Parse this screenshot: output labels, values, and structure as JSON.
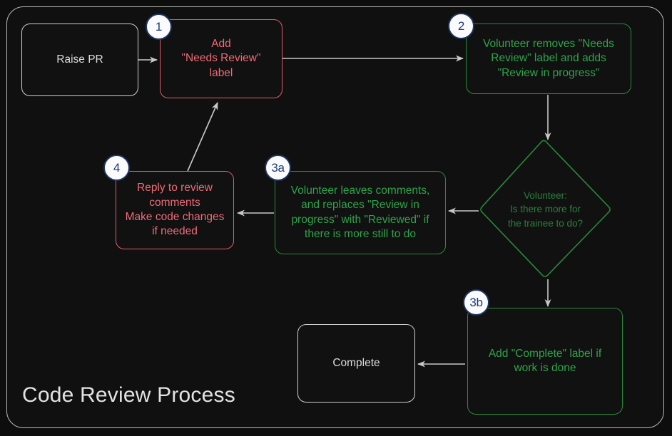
{
  "diagram": {
    "title": "Code Review Process",
    "type": "flowchart",
    "theme": {
      "background": "#0d0d0d",
      "panel_background": "#101010",
      "frame_border": "#b9b9b9",
      "neutral_text": "#dcdcdc",
      "neutral_border": "#cfcfcf",
      "red_text": "#ef6b77",
      "red_border": "#e05c6a",
      "green_text": "#2fa34a",
      "green_border": "#2a8a3a",
      "diamond_text": "#2d7f3c",
      "arrow": "#c8c8c8",
      "badge_fill": "#fbfbfd",
      "badge_border": "#1c3560",
      "badge_text": "#1d3b73"
    },
    "nodes": [
      {
        "id": "raise-pr",
        "label": "Raise PR",
        "style": "plain",
        "badge": null
      },
      {
        "id": "add-needs-review",
        "label": "Add\n\"Needs Review\"\nlabel",
        "style": "red",
        "badge": "1"
      },
      {
        "id": "volunteer-removes",
        "label": "Volunteer removes \"Needs\nReview\" label and adds\n\"Review in progress\"",
        "style": "green",
        "badge": "2"
      },
      {
        "id": "decision-more-work",
        "label": "Volunteer:\nIs there more for\nthe trainee to do?",
        "style": "diamond",
        "badge": null
      },
      {
        "id": "volunteer-leaves-comments",
        "label": "Volunteer leaves comments,\nand replaces \"Review in\nprogress\" with \"Reviewed\" if\nthere is more still to do",
        "style": "green",
        "badge": "3a"
      },
      {
        "id": "reply-to-review",
        "label": "Reply to review\ncomments\nMake code changes\nif needed",
        "style": "red",
        "badge": "4"
      },
      {
        "id": "add-complete-label",
        "label": "Add \"Complete\" label if\nwork is done",
        "style": "green",
        "badge": "3b"
      },
      {
        "id": "complete",
        "label": "Complete",
        "style": "plain",
        "badge": null
      }
    ],
    "edges": [
      {
        "from": "raise-pr",
        "to": "add-needs-review",
        "label": ""
      },
      {
        "from": "add-needs-review",
        "to": "volunteer-removes",
        "label": ""
      },
      {
        "from": "volunteer-removes",
        "to": "decision-more-work",
        "label": ""
      },
      {
        "from": "decision-more-work",
        "to": "volunteer-leaves-comments",
        "label": ""
      },
      {
        "from": "volunteer-leaves-comments",
        "to": "reply-to-review",
        "label": ""
      },
      {
        "from": "reply-to-review",
        "to": "add-needs-review",
        "label": ""
      },
      {
        "from": "decision-more-work",
        "to": "add-complete-label",
        "label": ""
      },
      {
        "from": "add-complete-label",
        "to": "complete",
        "label": ""
      }
    ]
  }
}
